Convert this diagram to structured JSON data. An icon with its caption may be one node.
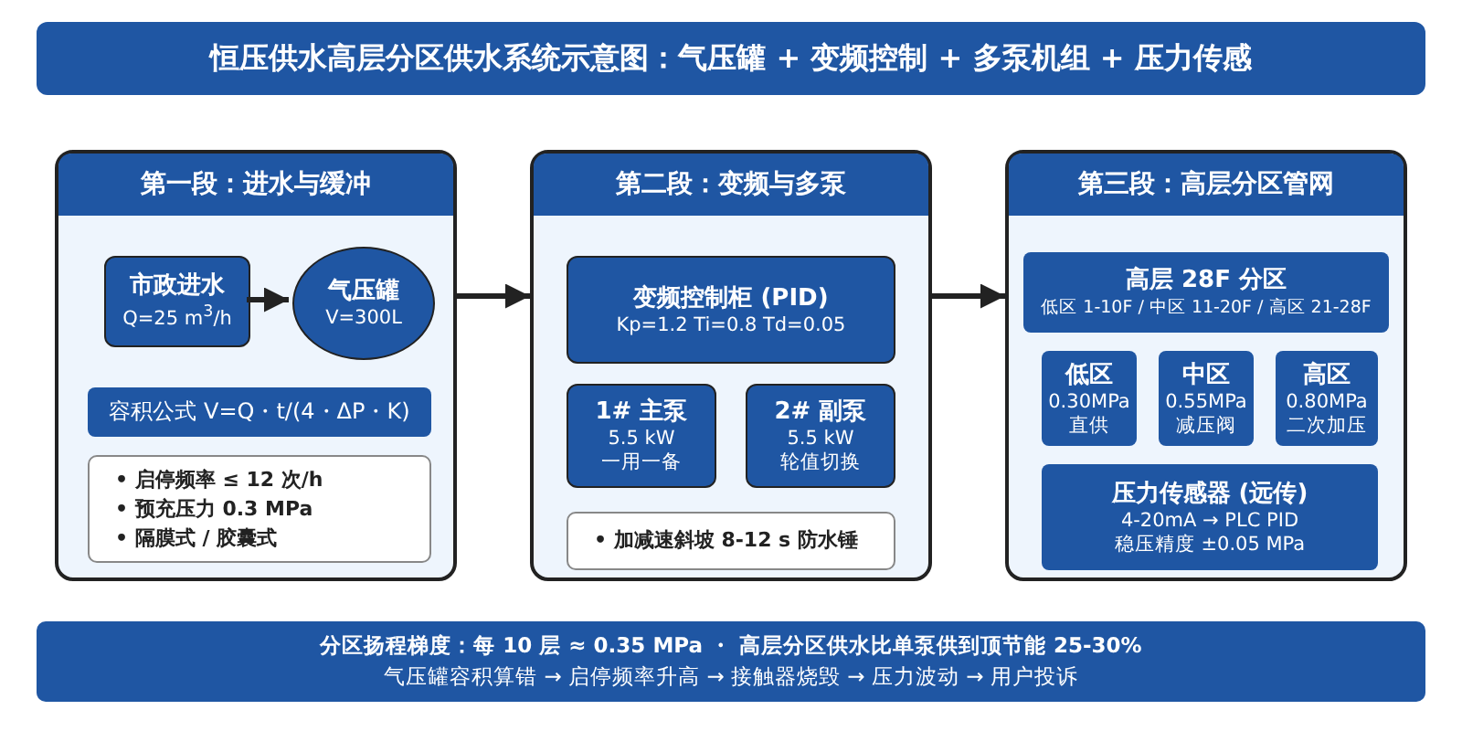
{
  "diagram": {
    "title": "恒压供水高层分区供水系统示意图：气压罐 + 变频控制 + 多泵机组 + 压力传感",
    "nodes": [
      {
        "text": [
          "第一段：进水与缓冲"
        ]
      },
      {
        "text": [
          "市政进水",
          "Q=25 m$^{3}$/h"
        ],
        "in": 0
      },
      {
        "text": [
          "气压罐",
          "V=300L"
        ],
        "in": 0
      },
      {
        "text": [
          "容积公式 V=Q・t/(4・ΔP・K)"
        ],
        "in": 0
      },
      {
        "text": [
          "• 启停频率 ≤ 12 次/h",
          "• 预充压力 0.3 MPa",
          "• 隔膜式 / 胶囊式"
        ],
        "in": 0
      },
      {
        "text": [
          "第二段：变频与多泵"
        ]
      },
      {
        "text": [
          "变频控制柜 (PID)",
          "Kp=1.2 Ti=0.8 Td=0.05"
        ],
        "in": 5
      },
      {
        "text": [
          "1# 主泵",
          "5.5 kW 一用一备"
        ],
        "in": 5
      },
      {
        "text": [
          "2# 副泵",
          "5.5 kW 轮值切换"
        ],
        "in": 5
      },
      {
        "text": [
          "• 加减速斜坡 8-12 s 防水锤"
        ],
        "in": 5
      },
      {
        "text": [
          "第三段：高层分区管网"
        ]
      },
      {
        "text": [
          "高层 28F 分区",
          "低区 1-10F / 中区 11-20F / 高区 21-28F"
        ],
        "in": 10
      },
      {
        "text": [
          "低区",
          "0.30MPa 直供"
        ],
        "in": 10
      },
      {
        "text": [
          "中区",
          "0.55MPa 减压阀"
        ],
        "in": 10
      },
      {
        "text": [
          "高区",
          "0.80MPa 二次加压"
        ],
        "in": 10
      },
      {
        "text": [
          "压力传感器 (远传)",
          "4-20mA → PLC PID 稳压精度 ±0.05 MPa"
        ],
        "in": 10
      },
      {
        "text": [
          "分区扬程梯度：每 10 层 ≈ 0.35 MPa ・ 高层分区供水比单泵供到顶节能 25-30%",
          "气压罐容积算错 → 启停频率升高 → 接触器烧毁 → 压力波动 → 用户投诉"
        ]
      }
    ],
    "edges": [
      {
        "from": 1,
        "to": 2,
        "arrow": "to"
      },
      {
        "from": 0,
        "to": 5,
        "arrow": "to"
      },
      {
        "from": 5,
        "to": 10,
        "arrow": "to"
      }
    ]
  }
}
